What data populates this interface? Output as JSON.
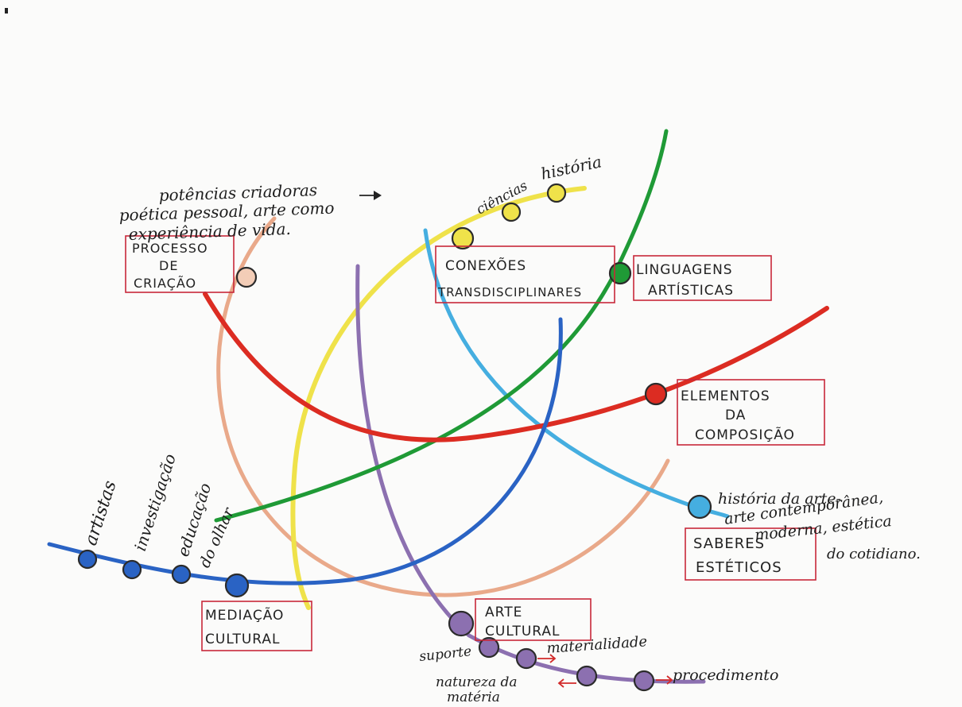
{
  "concepts": {
    "processo": {
      "line1": "PROCESSO",
      "line2": "DE",
      "line3": "CRIAÇÃO"
    },
    "conexoes": {
      "line1": "CONEXÕES",
      "line2": "TRANSDISCIPLINARES"
    },
    "linguagens": {
      "line1": "LINGUAGENS",
      "line2": "ARTÍSTICAS"
    },
    "elementos": {
      "line1": "ELEMENTOS",
      "line2": "DA",
      "line3": "COMPOSIÇÃO"
    },
    "saberes": {
      "line1": "SABERES",
      "line2": "ESTÉTICOS"
    },
    "mediacao": {
      "line1": "MEDIAÇÃO",
      "line2": "CULTURAL"
    },
    "arte": {
      "line1": "ARTE",
      "line2": "CULTURAL"
    }
  },
  "notes": {
    "processo_1": "potências criadoras",
    "processo_2": "poética pessoal, arte como",
    "processo_3": "experiência de vida.",
    "ciencias": "ciências",
    "historia": "história",
    "saberes_1": "história da arte-",
    "saberes_2": "arte contemporânea,",
    "saberes_3": "moderna, estética",
    "saberes_4": "do cotidiano.",
    "artistas": "artistas",
    "investigacao": "investigação",
    "educacao": "educação",
    "do_olhar": "do olhar",
    "suporte": "suporte",
    "materialidade": "materialidade",
    "natureza_1": "natureza da",
    "natureza_2": "matéria",
    "procedimento": "procedimento"
  },
  "colors": {
    "peach": "#e9a98a",
    "yellow": "#efe24a",
    "purple": "#8c70b0",
    "green": "#1f9a36",
    "red": "#dc2c22",
    "lightblue": "#45aee0",
    "blue": "#2a63c4",
    "box": "#c8283a"
  }
}
